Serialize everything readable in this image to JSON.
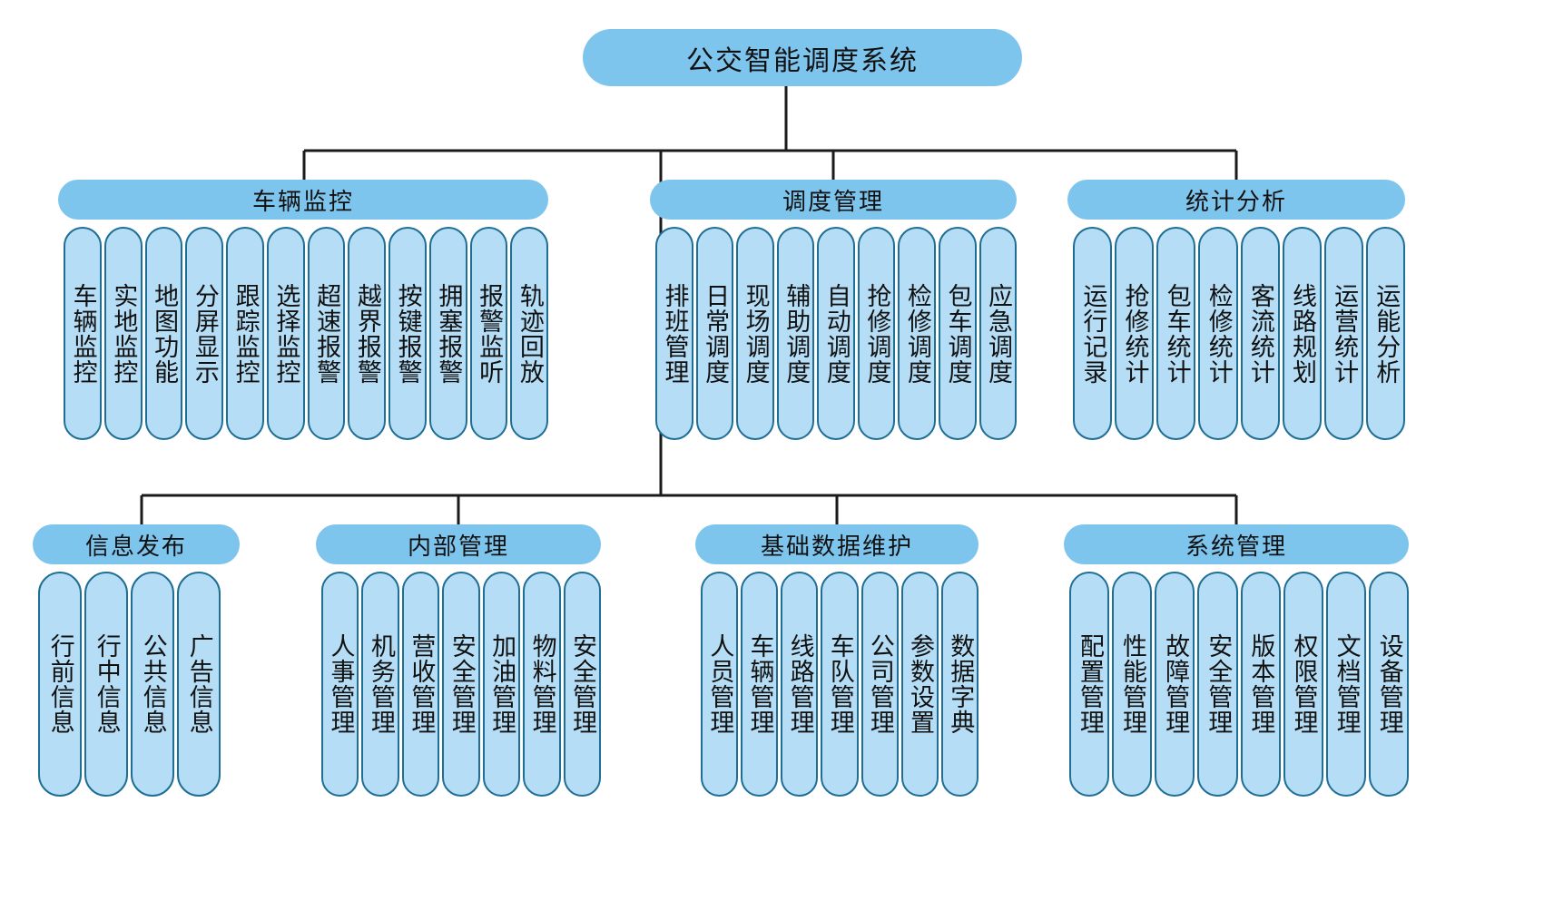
{
  "diagram": {
    "type": "org-chart",
    "root": {
      "label": "公交智能调度系统"
    },
    "colors": {
      "group_header_fill": "#7ec5ee",
      "leaf_fill": "#b5def6",
      "leaf_border": "#1f6e94",
      "connector": "#1a1a1a",
      "background": "#ffffff"
    },
    "groups": [
      {
        "id": "vehicle-monitoring",
        "label": "车辆监控",
        "items": [
          "车辆监控",
          "实地监控",
          "地图功能",
          "分屏显示",
          "跟踪监控",
          "选择监控",
          "超速报警",
          "越界报警",
          "按键报警",
          "拥塞报警",
          "报警监听",
          "轨迹回放"
        ]
      },
      {
        "id": "dispatch-management",
        "label": "调度管理",
        "items": [
          "排班管理",
          "日常调度",
          "现场调度",
          "辅助调度",
          "自动调度",
          "抢修调度",
          "检修调度",
          "包车调度",
          "应急调度"
        ]
      },
      {
        "id": "statistical-analysis",
        "label": "统计分析",
        "items": [
          "运行记录",
          "抢修统计",
          "包车统计",
          "检修统计",
          "客流统计",
          "线路规划",
          "运营统计",
          "运能分析"
        ]
      },
      {
        "id": "information-release",
        "label": "信息发布",
        "items": [
          "行前信息",
          "行中信息",
          "公共信息",
          "广告信息"
        ]
      },
      {
        "id": "internal-management",
        "label": "内部管理",
        "items": [
          "人事管理",
          "机务管理",
          "营收管理",
          "安全管理",
          "加油管理",
          "物料管理",
          "安全管理"
        ]
      },
      {
        "id": "base-data-maintenance",
        "label": "基础数据维护",
        "items": [
          "人员管理",
          "车辆管理",
          "线路管理",
          "车队管理",
          "公司管理",
          "参数设置",
          "数据字典"
        ]
      },
      {
        "id": "system-management",
        "label": "系统管理",
        "items": [
          "配置管理",
          "性能管理",
          "故障管理",
          "安全管理",
          "版本管理",
          "权限管理",
          "文档管理",
          "设备管理"
        ]
      }
    ]
  }
}
